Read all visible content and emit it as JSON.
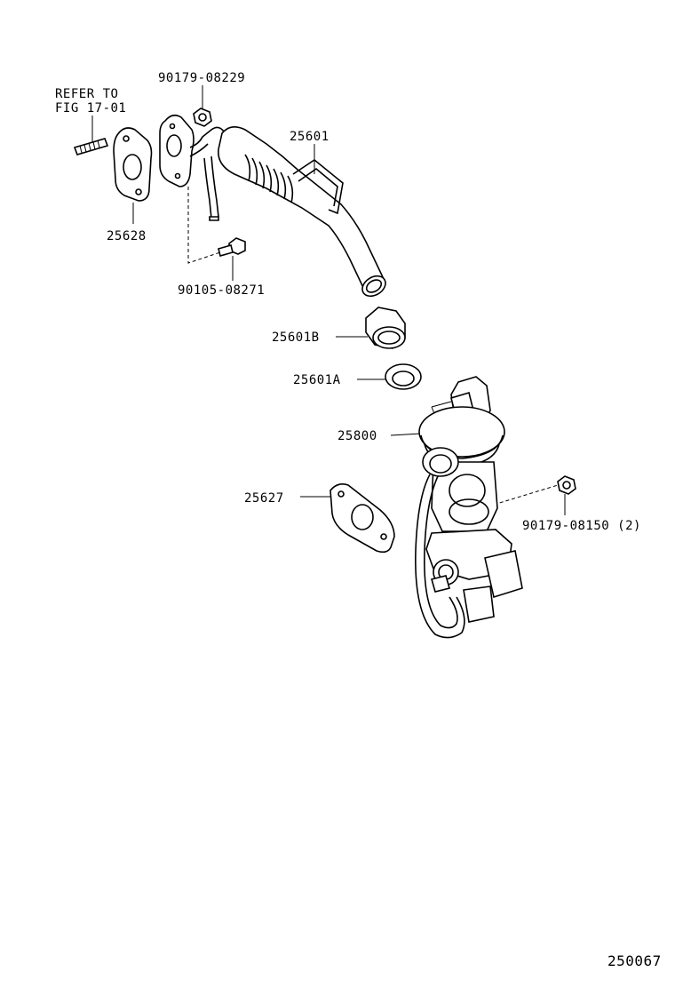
{
  "labels": {
    "refer_line1": "REFER TO",
    "refer_line2": "FIG 17-01",
    "p90179_08229": "90179-08229",
    "p25601": "25601",
    "p25628": "25628",
    "p90105_08271": "90105-08271",
    "p25601B": "25601B",
    "p25601A": "25601A",
    "p25800": "25800",
    "p25627": "25627",
    "p90179_08150": "90179-08150 (2)",
    "figure_number": "250067"
  }
}
